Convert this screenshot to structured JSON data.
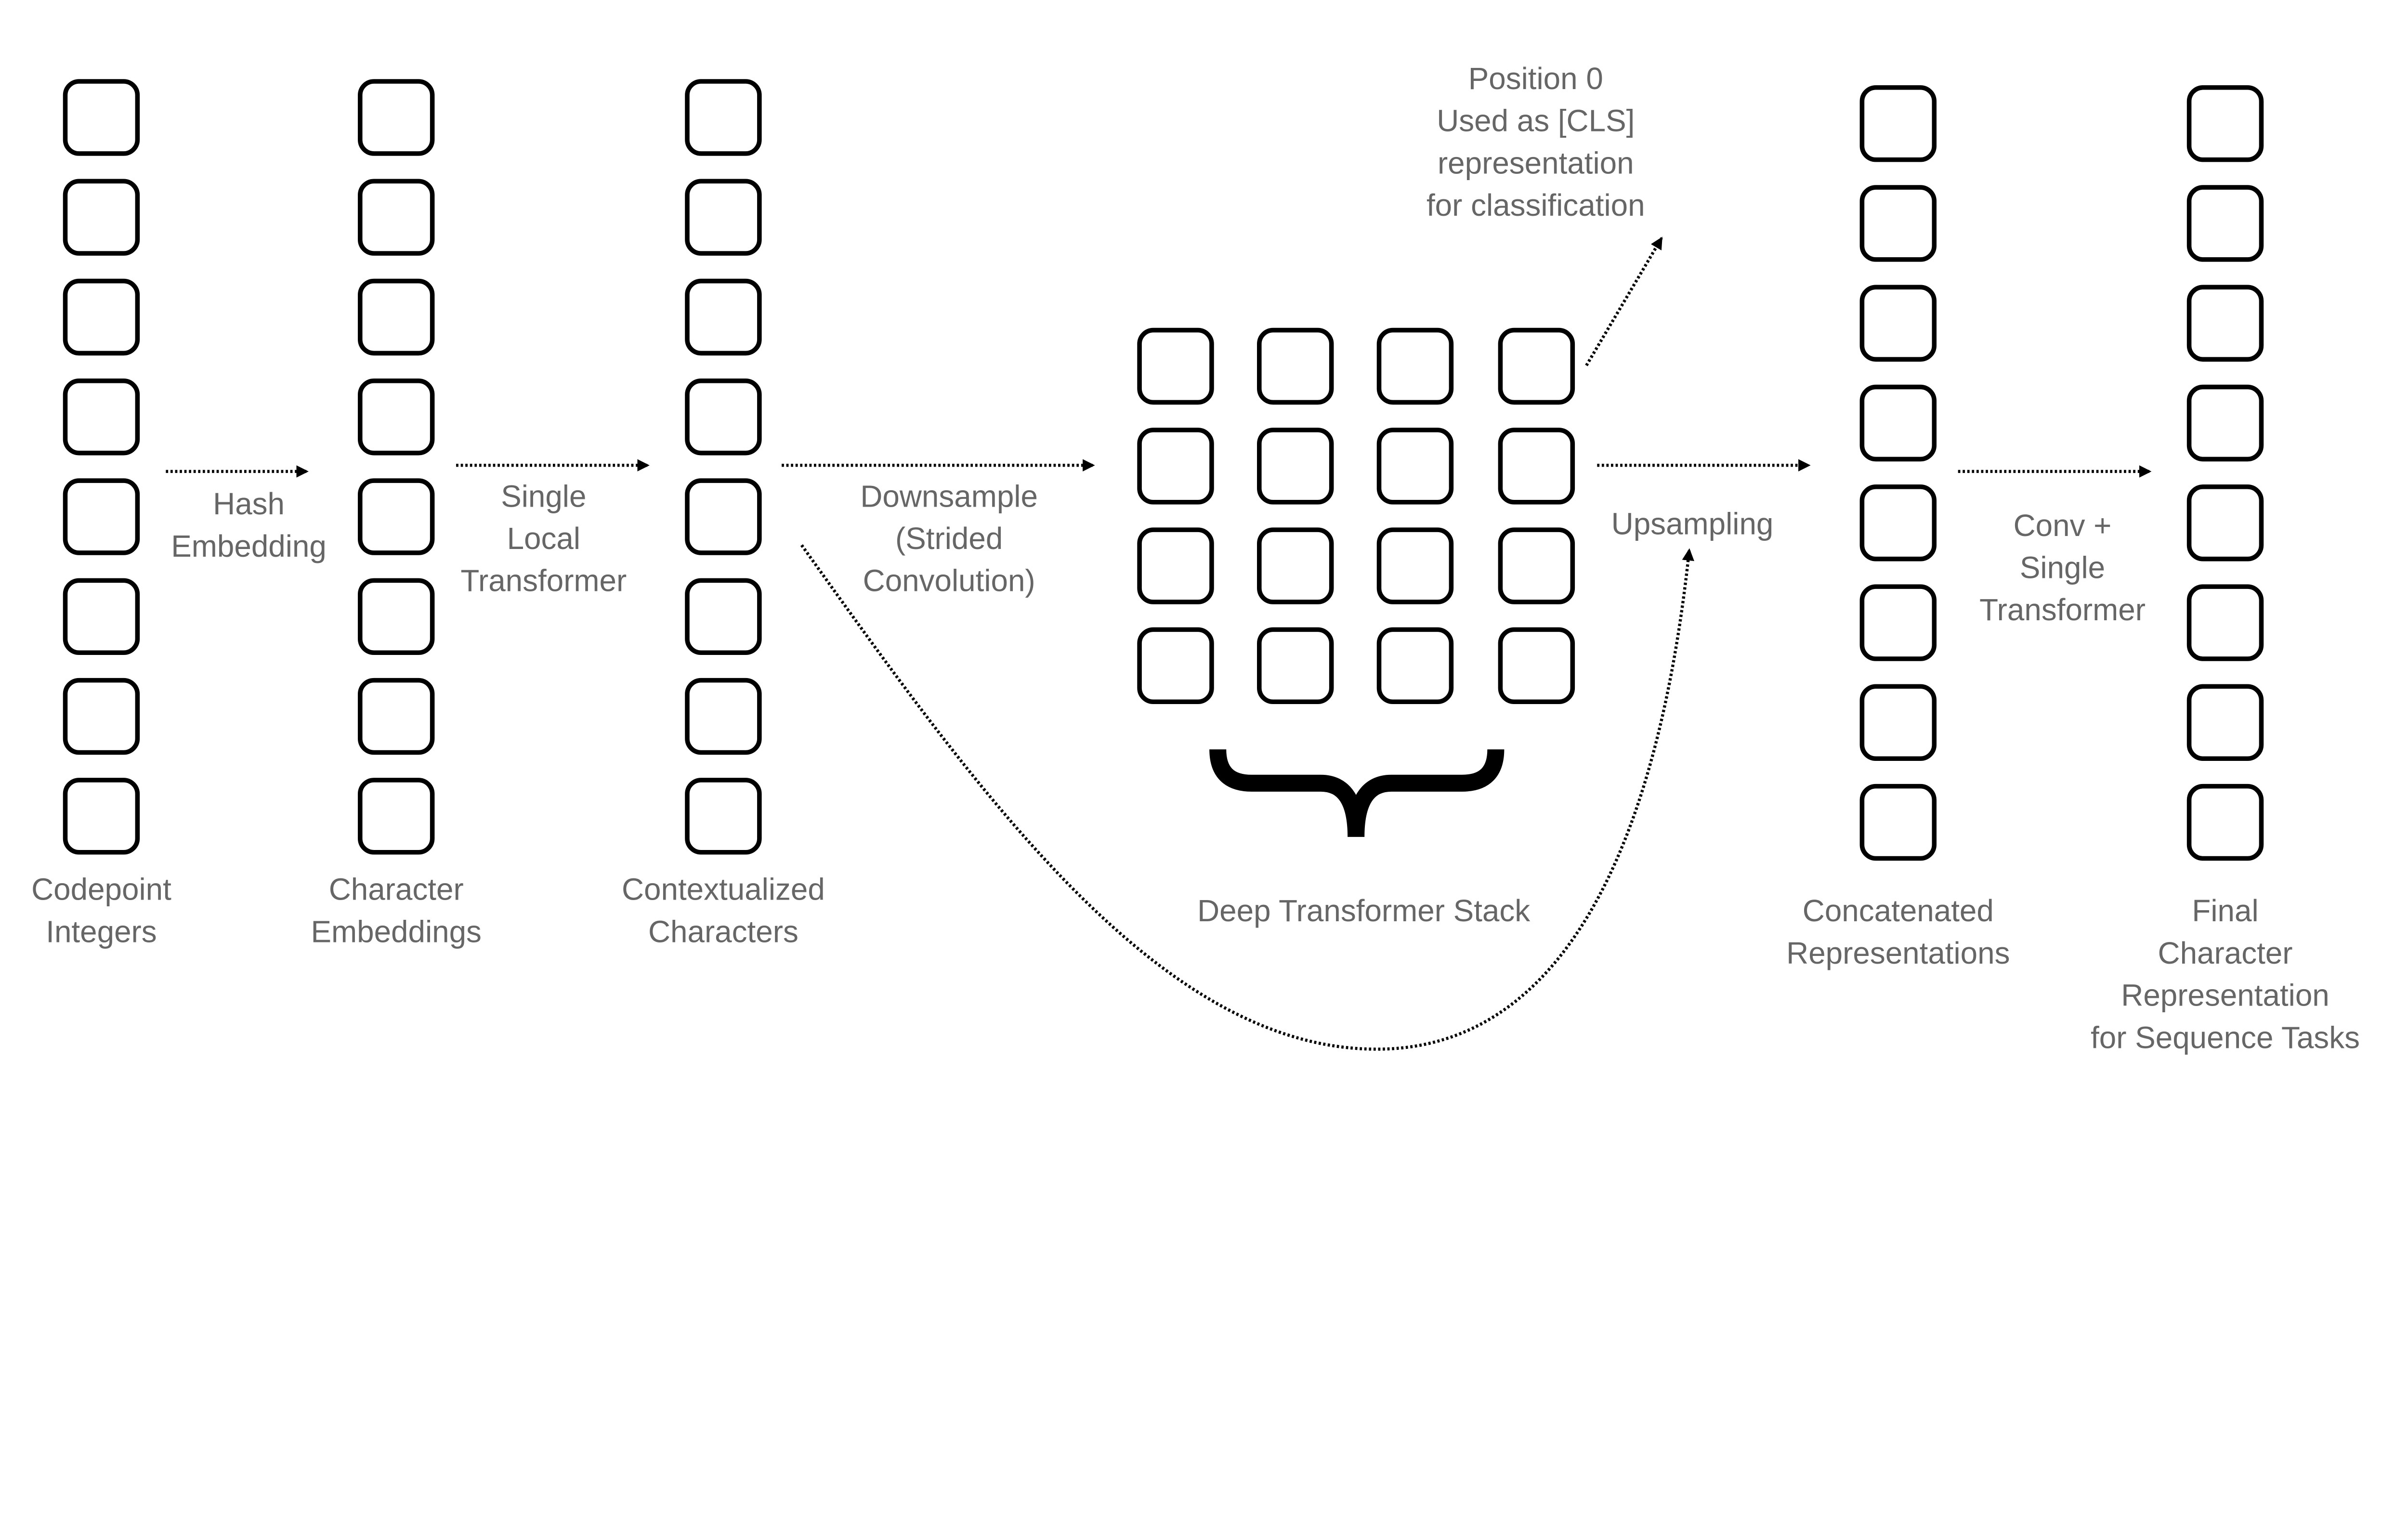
{
  "colors": {
    "box_stroke": "#000000",
    "label_text": "#666666",
    "background": "#ffffff"
  },
  "columns": [
    {
      "id": "codepoint-integers",
      "cells": 8,
      "label": [
        "Codepoint",
        "Integers"
      ]
    },
    {
      "id": "character-embeddings",
      "cells": 8,
      "label": [
        "Character",
        "Embeddings"
      ]
    },
    {
      "id": "contextualized-characters",
      "cells": 8,
      "label": [
        "Contextualized",
        "Characters"
      ]
    },
    {
      "id": "concatenated-representations",
      "cells": 8,
      "label": [
        "Concatenated",
        "Representations"
      ]
    },
    {
      "id": "final-character-representation",
      "cells": 8,
      "label": [
        "Final",
        "Character",
        "Representation",
        "for Sequence Tasks"
      ]
    }
  ],
  "deep_stack": {
    "rows": 4,
    "cols": 4,
    "label": "Deep Transformer Stack"
  },
  "steps": {
    "hash_embedding": [
      "Hash",
      "Embedding"
    ],
    "single_local_transformer": [
      "Single",
      "Local",
      "Transformer"
    ],
    "downsample": [
      "Downsample",
      "(Strided",
      "Convolution)"
    ],
    "upsampling": [
      "Upsampling"
    ],
    "conv_single_transformer": [
      "Conv +",
      "Single",
      "Transformer"
    ]
  },
  "cls_note": [
    "Position 0",
    "Used as [CLS]",
    "representation",
    "for classification"
  ]
}
